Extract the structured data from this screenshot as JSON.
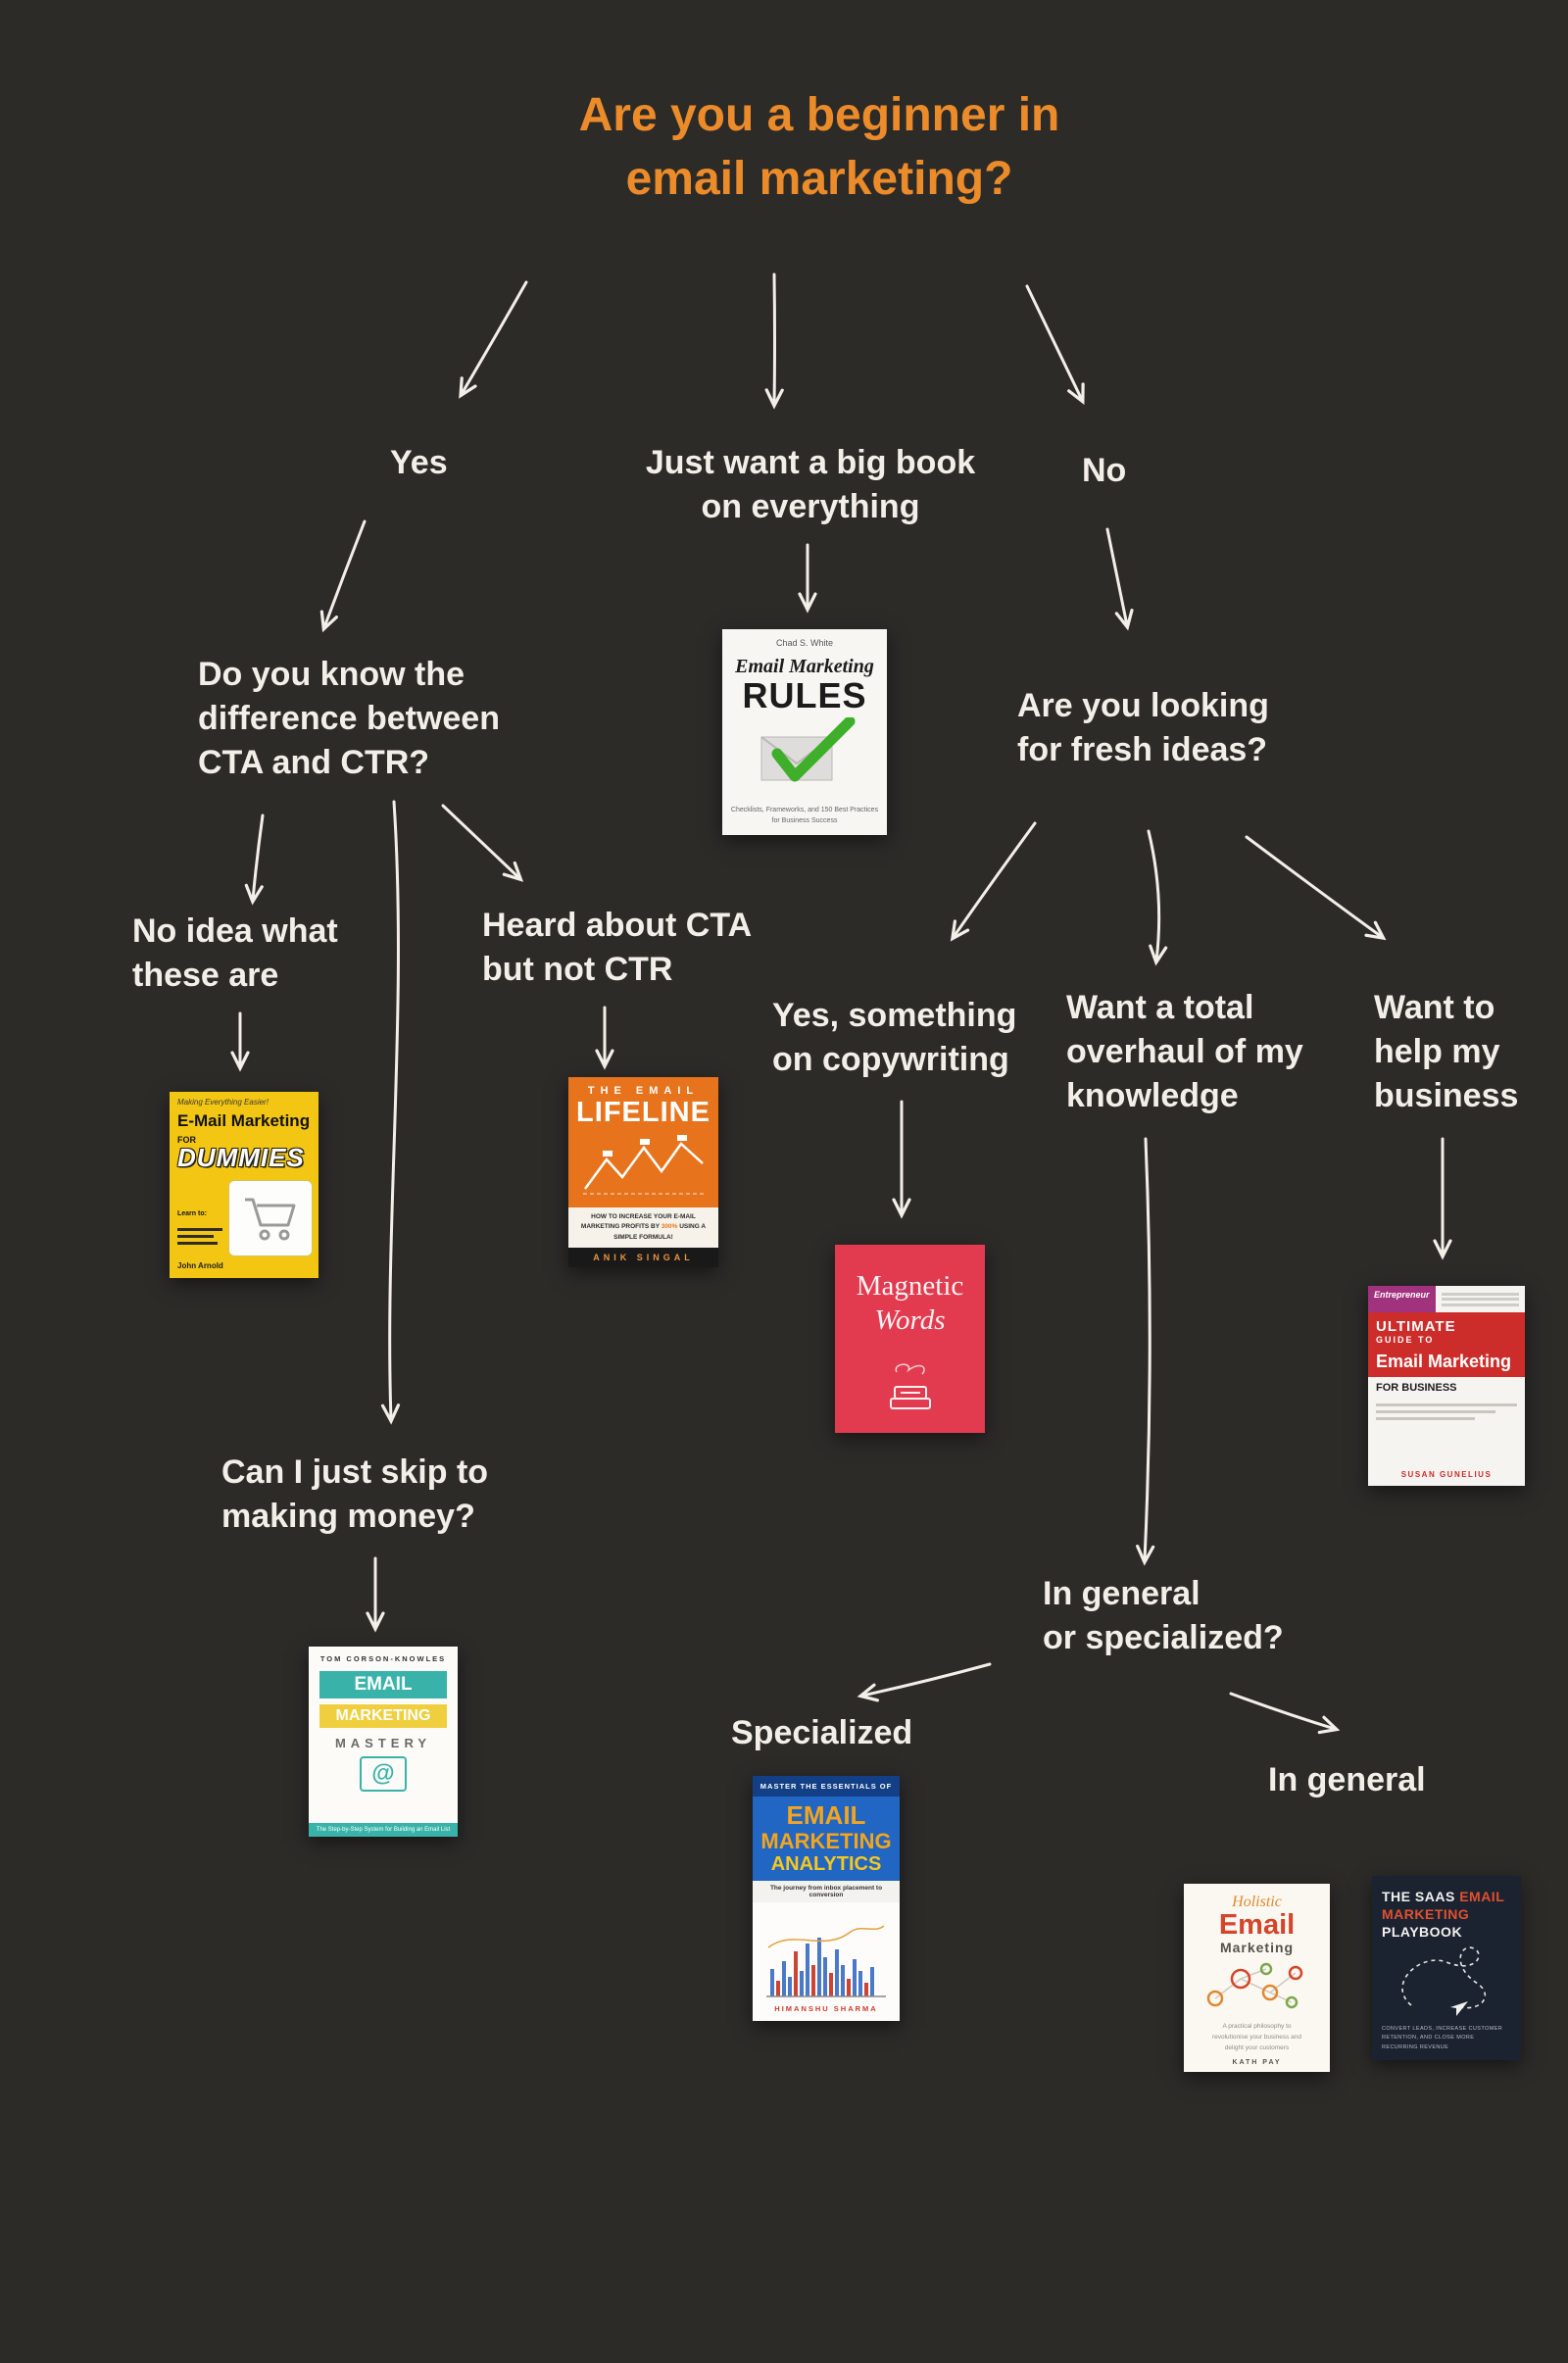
{
  "canvas": {
    "bg": "#2d2b28",
    "text_color": "#f2efe9",
    "accent_orange": "#ec8b2a",
    "arrow_color": "#f2efe9"
  },
  "title": "Are you a beginner in\nemail marketing?",
  "labels": {
    "yes": "Yes",
    "big_book": "Just want a big book\non everything",
    "no": "No",
    "cta_question": "Do you know the\ndifference between\nCTA and CTR?",
    "fresh_ideas": "Are you looking\nfor fresh ideas?",
    "no_idea": "No idea what\nthese are",
    "heard_cta": "Heard about CTA\nbut not CTR",
    "copywriting": "Yes, something\non copywriting",
    "overhaul": "Want a total\noverhaul of my\nknowledge",
    "help_business": "Want to\nhelp my\nbusiness",
    "skip_money": "Can I just skip to\nmaking money?",
    "general_or_specialized": "In general\nor specialized?",
    "specialized": "Specialized",
    "in_general": "In general"
  },
  "books": {
    "rules": {
      "author": "Chad S. White",
      "title_script": "Email Marketing",
      "title_main": "RULES",
      "subtitle": "Checklists, Frameworks, and 150 Best Practices\nfor Business Success"
    },
    "dummies": {
      "tagline": "Making Everything Easier!",
      "title": "E-Mail Marketing",
      "for_word": "FOR",
      "brand": "DUMMIES",
      "learn": "Learn to:",
      "author": "John Arnold"
    },
    "lifeline": {
      "kicker": "THE EMAIL",
      "title": "LIFELINE",
      "sub_a": "HOW TO INCREASE YOUR E-MAIL MARKETING PROFITS BY ",
      "sub_pct": "300%",
      "sub_b": " USING A SIMPLE FORMULA!",
      "author": "ANIK SINGAL"
    },
    "magnetic": {
      "t1": "Magnetic",
      "t2": "Words"
    },
    "ultimate": {
      "brand": "Entrepreneur",
      "kicker1": "ULTIMATE",
      "kicker2": "GUIDE TO",
      "title": "Email Marketing",
      "subtitle": "FOR BUSINESS",
      "author": "SUSAN GUNELIUS"
    },
    "mastery": {
      "author": "TOM CORSON-KNOWLES",
      "t1": "EMAIL",
      "t2": "MARKETING",
      "t3": "MASTERY",
      "at": "@",
      "footer": "The Step-by-Step System for Building an Email List"
    },
    "analytics": {
      "kicker": "MASTER THE ESSENTIALS OF",
      "t1": "EMAIL",
      "t2": "MARKETING",
      "t3": "ANALYTICS",
      "band": "The journey from inbox placement to conversion",
      "author": "HIMANSHU SHARMA"
    },
    "holistic": {
      "t1": "Holistic",
      "t2": "Email",
      "t3": "Marketing",
      "desc": "A practical philosophy to\nrevolutionise your business and\ndelight your customers",
      "author": "KATH PAY"
    },
    "saas": {
      "w1": "THE SAAS",
      "o1": "EMAIL",
      "o2": "MARKETING",
      "w2": "PLAYBOOK",
      "subtitle": "CONVERT LEADS, INCREASE CUSTOMER RETENTION, AND CLOSE MORE RECURRING REVENUE"
    }
  }
}
